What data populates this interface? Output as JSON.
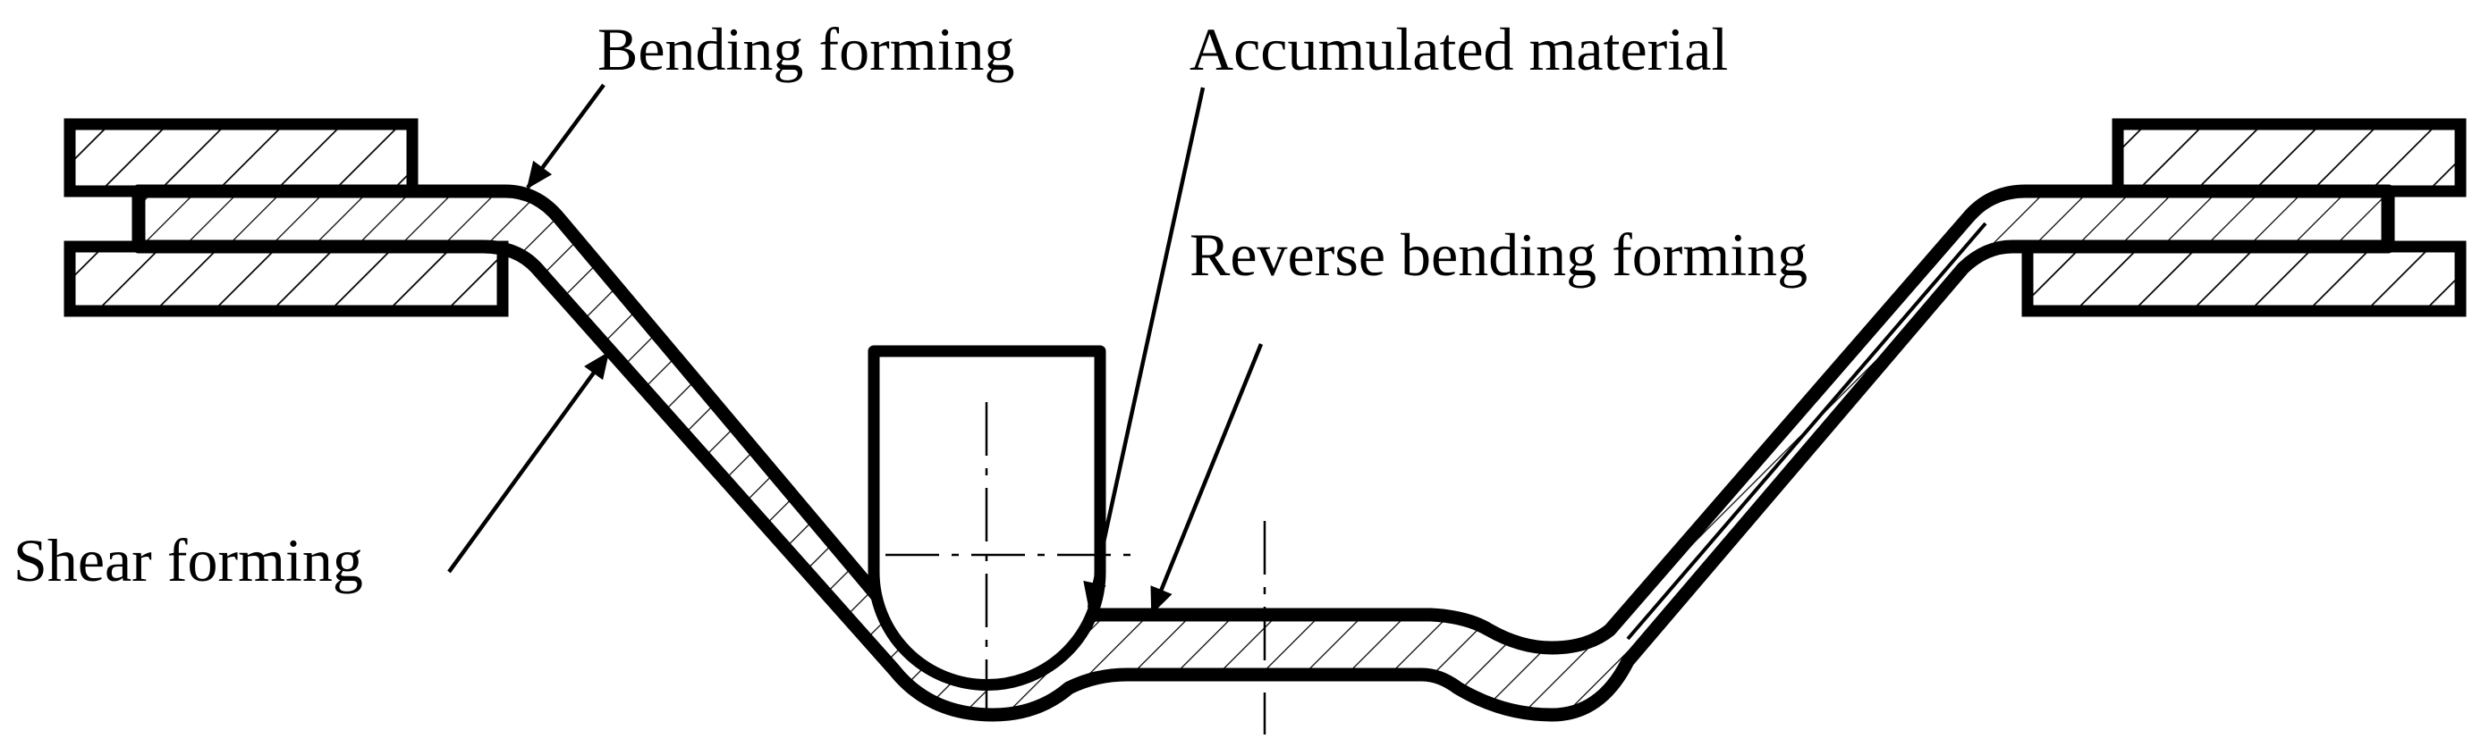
{
  "labels": {
    "bending_forming": "Bending forming",
    "accumulated_material": "Accumulated material",
    "reverse_bending_forming": "Reverse bending forming",
    "shear_forming": "Shear forming"
  },
  "colors": {
    "ink": "#000000",
    "background": "#ffffff"
  }
}
